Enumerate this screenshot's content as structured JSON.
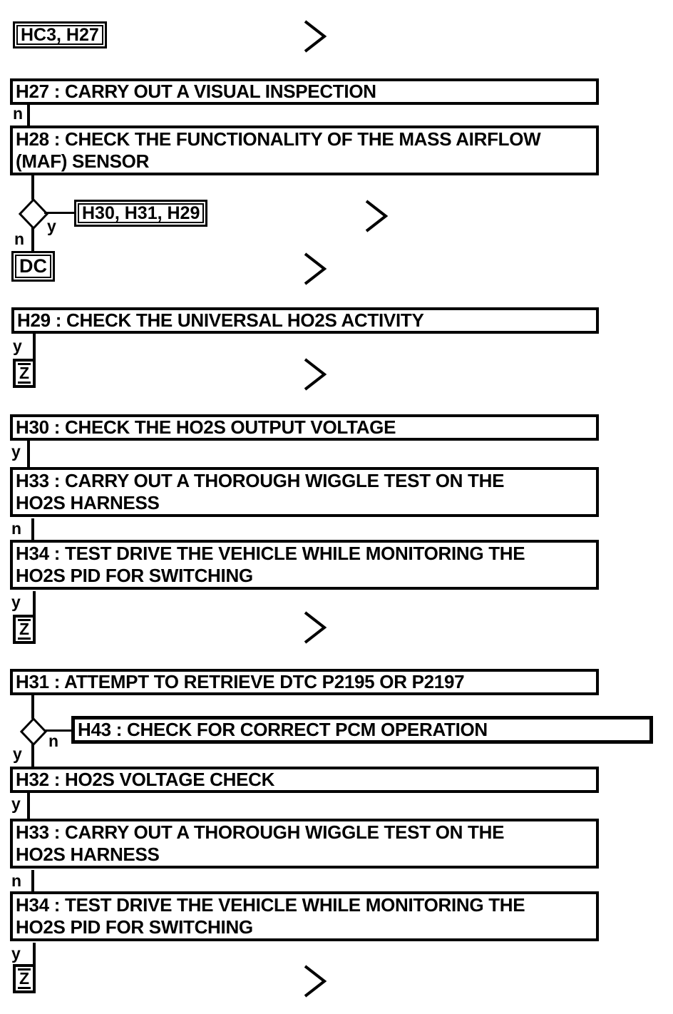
{
  "colors": {
    "ink": "#000000",
    "paper": "#ffffff"
  },
  "nodes": {
    "entry": {
      "label": "HC3, H27"
    },
    "h27": {
      "label": "H27 : CARRY OUT A VISUAL INSPECTION"
    },
    "h28": {
      "label": "H28 : CHECK THE FUNCTIONALITY OF THE MASS AIRFLOW\n(MAF) SENSOR"
    },
    "jump1": {
      "label": "H30, H31, H29"
    },
    "dc": {
      "label": "DC"
    },
    "h29": {
      "label": "H29 : CHECK THE UNIVERSAL HO2S ACTIVITY"
    },
    "z": {
      "label": "Z"
    },
    "h30": {
      "label": "H30 : CHECK THE HO2S OUTPUT VOLTAGE"
    },
    "h33": {
      "label": "H33 : CARRY OUT A THOROUGH WIGGLE TEST ON THE\nHO2S HARNESS"
    },
    "h34": {
      "label": "H34 : TEST DRIVE THE VEHICLE WHILE MONITORING THE\nHO2S PID FOR SWITCHING"
    },
    "h31": {
      "label": "H31 : ATTEMPT TO RETRIEVE DTC P2195 OR P2197"
    },
    "h43": {
      "label": "H43 : CHECK FOR CORRECT PCM OPERATION"
    },
    "h32": {
      "label": "H32 : HO2S VOLTAGE CHECK"
    }
  },
  "edge_labels": {
    "h27_no": "n",
    "d1_yes": "y",
    "d1_no": "n",
    "h29_yes": "y",
    "h30_yes": "y",
    "h33a_no": "n",
    "h34a_yes": "y",
    "d2_no": "n",
    "d2_yes": "y",
    "h32_yes": "y",
    "h33b_no": "n",
    "h34b_yes": "y"
  }
}
